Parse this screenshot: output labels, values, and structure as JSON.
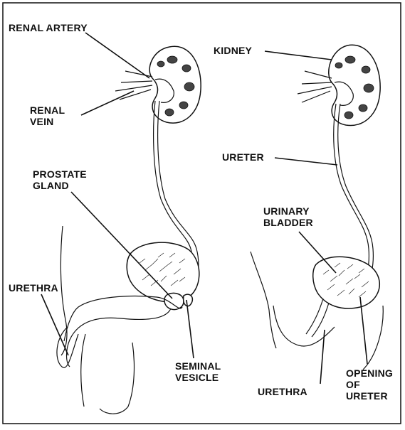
{
  "diagram": {
    "male": {
      "renal_artery": "RENAL ARTERY",
      "renal_vein_1": "RENAL",
      "renal_vein_2": "VEIN",
      "prostate_1": "PROSTATE",
      "prostate_2": "GLAND",
      "urethra": "URETHRA",
      "seminal_1": "SEMINAL",
      "seminal_2": "VESICLE"
    },
    "female": {
      "kidney": "KIDNEY",
      "ureter": "URETER",
      "bladder_1": "URINARY",
      "bladder_2": "BLADDER",
      "urethra": "URETHRA",
      "opening_1": "OPENING",
      "opening_2": "OF",
      "opening_3": "URETER"
    }
  }
}
